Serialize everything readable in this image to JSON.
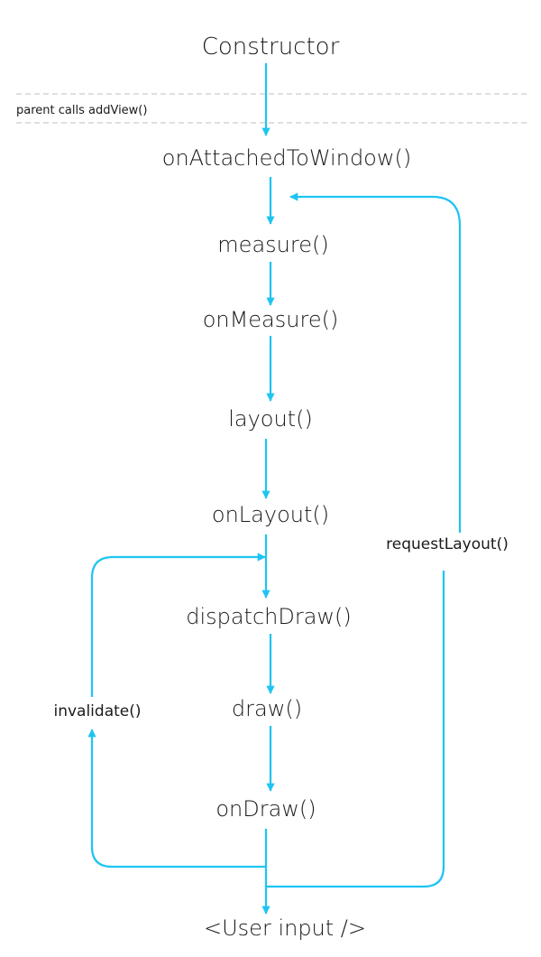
{
  "nodes": {
    "constructor": "Constructor",
    "on_attached_to_window": "onAttachedToWindow()",
    "measure": "measure()",
    "on_measure": "onMeasure()",
    "layout": "layout()",
    "on_layout": "onLayout()",
    "dispatch_draw": "dispatchDraw()",
    "draw": "draw()",
    "on_draw": "onDraw()",
    "user_input": "<User input />"
  },
  "separator_label": "parent calls addView()",
  "loops": {
    "request_layout": "requestLayout()",
    "invalidate": "invalidate()"
  },
  "colors": {
    "arrow": "#1ec4f2",
    "text": "#1a1a1a",
    "separator": "#bfbfbf"
  }
}
